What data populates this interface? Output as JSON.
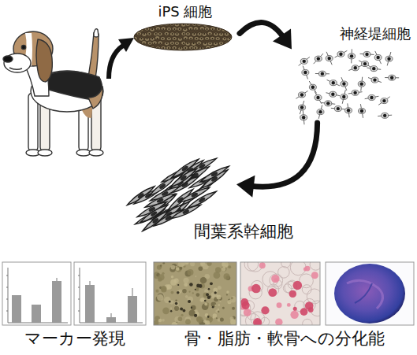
{
  "diagram": {
    "nodes": [
      {
        "text": [
          "iPS 細胞"
        ]
      },
      {
        "text": [
          "神経堤細胞"
        ]
      },
      {
        "text": [
          "間葉系幹細胞"
        ]
      }
    ],
    "edges": [
      {
        "from": 0,
        "to": 1,
        "arrow": "to"
      },
      {
        "from": 1,
        "to": 2,
        "arrow": "to"
      }
    ],
    "labels": [
      "マーカー発現",
      "骨・脂肪・軟骨への分化能"
    ]
  }
}
